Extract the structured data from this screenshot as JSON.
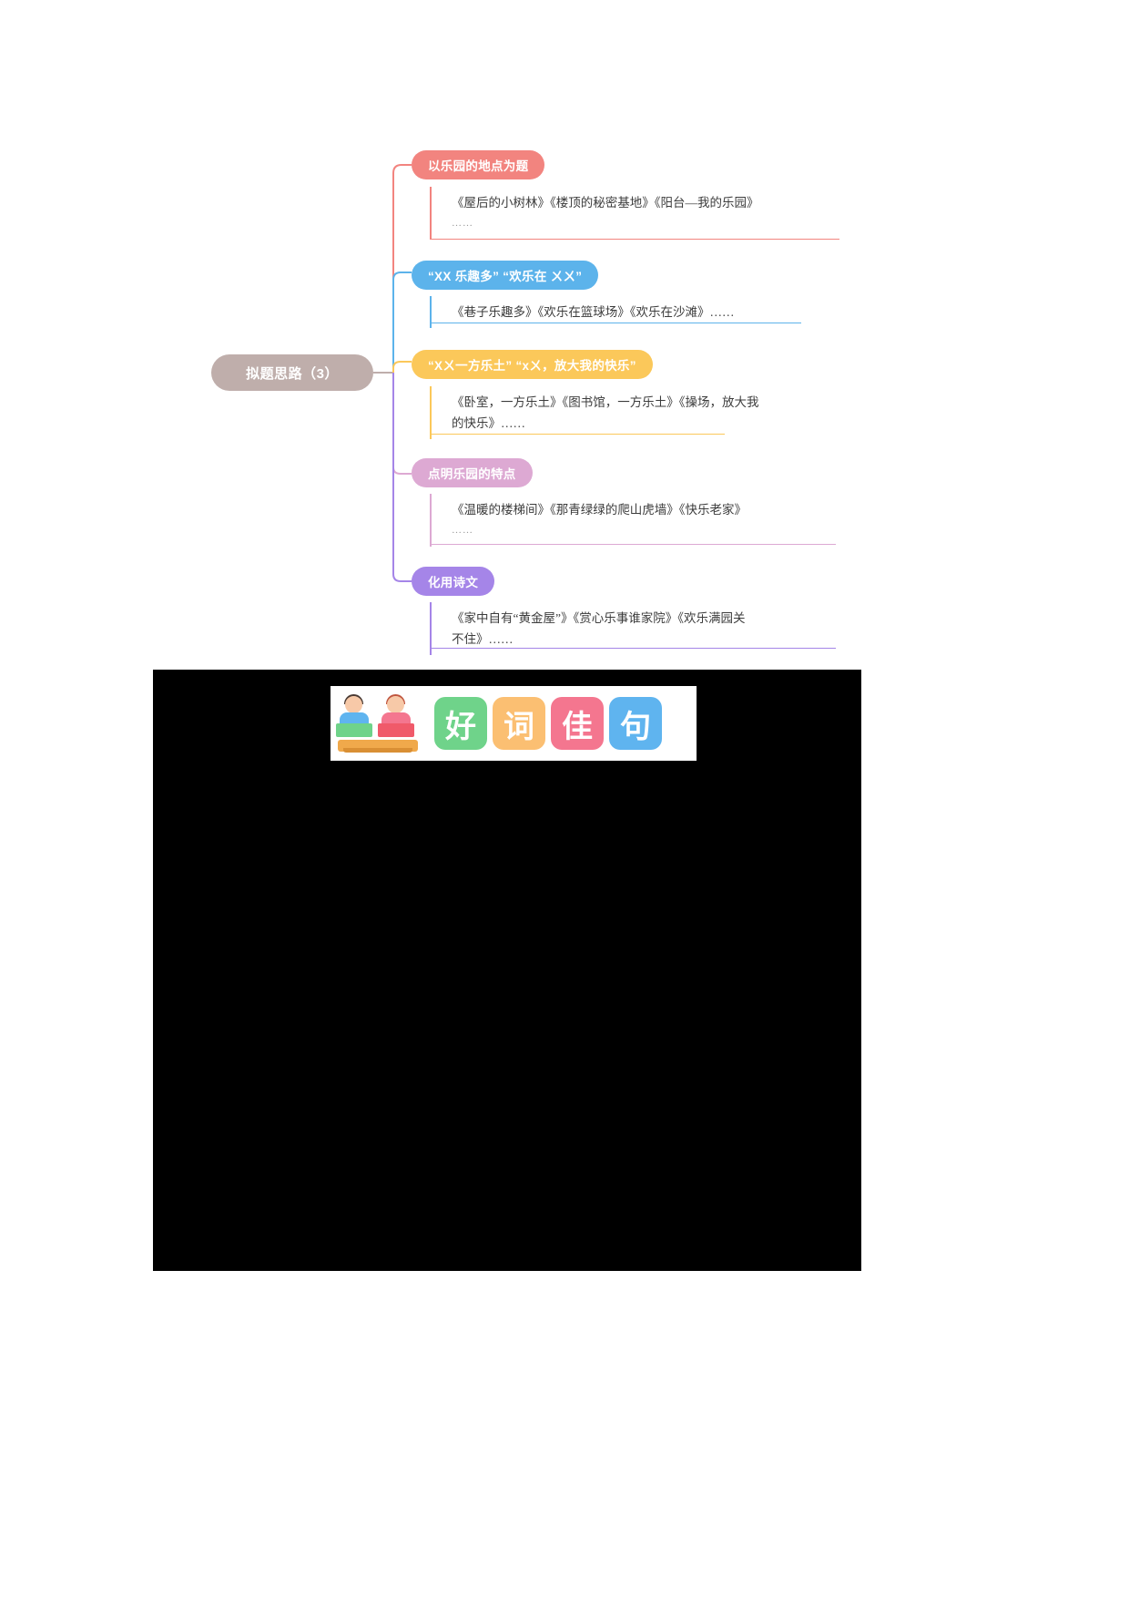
{
  "mindmap": {
    "root": {
      "label": "拟题思路（3）",
      "color": "#bfaeab"
    },
    "branches": [
      {
        "id": "place-title",
        "color": "#f2847f",
        "pill": "以乐园的地点为题",
        "lines": [
          "《屋后的小树林》《楼顶的秘密基地》《阳台—我的乐园》",
          "……"
        ],
        "ellipsis": true
      },
      {
        "id": "fun-pattern",
        "color": "#5cb3eb",
        "pill": "“XX 乐趣多” “欢乐在 ㄨㄨ”",
        "lines": [
          "《巷子乐趣多》《欢乐在篮球场》《欢乐在沙滩》……"
        ],
        "ellipsis": false
      },
      {
        "id": "paradise-pattern",
        "color": "#fbc85a",
        "pill": "“Xㄨ一方乐土” “xㄨ，放大我的快乐”",
        "lines": [
          "《卧室，一方乐土》《图书馆，一方乐土》《操场，放大我",
          "的快乐》……"
        ],
        "ellipsis": false
      },
      {
        "id": "feature-point",
        "color": "#dda9d3",
        "pill": "点明乐园的特点",
        "lines": [
          "《温暖的楼梯间》《那青绿绿的爬山虎墙》《快乐老家》",
          "……"
        ],
        "ellipsis": true
      },
      {
        "id": "poetry-adapt",
        "color": "#a585e8",
        "pill": "化用诗文",
        "lines": [
          "《家中自有“黄金屋”》《赏心乐事谁家院》《欢乐满园关",
          "不住》……"
        ],
        "ellipsis": false
      }
    ]
  },
  "banner": {
    "illustration": "two-kids-reading-icon",
    "tiles": [
      {
        "char": "好",
        "color": "#6fd38a"
      },
      {
        "char": "词",
        "color": "#fbbf72"
      },
      {
        "char": "佳",
        "color": "#f4768f"
      },
      {
        "char": "句",
        "color": "#5fb4ef"
      }
    ]
  }
}
